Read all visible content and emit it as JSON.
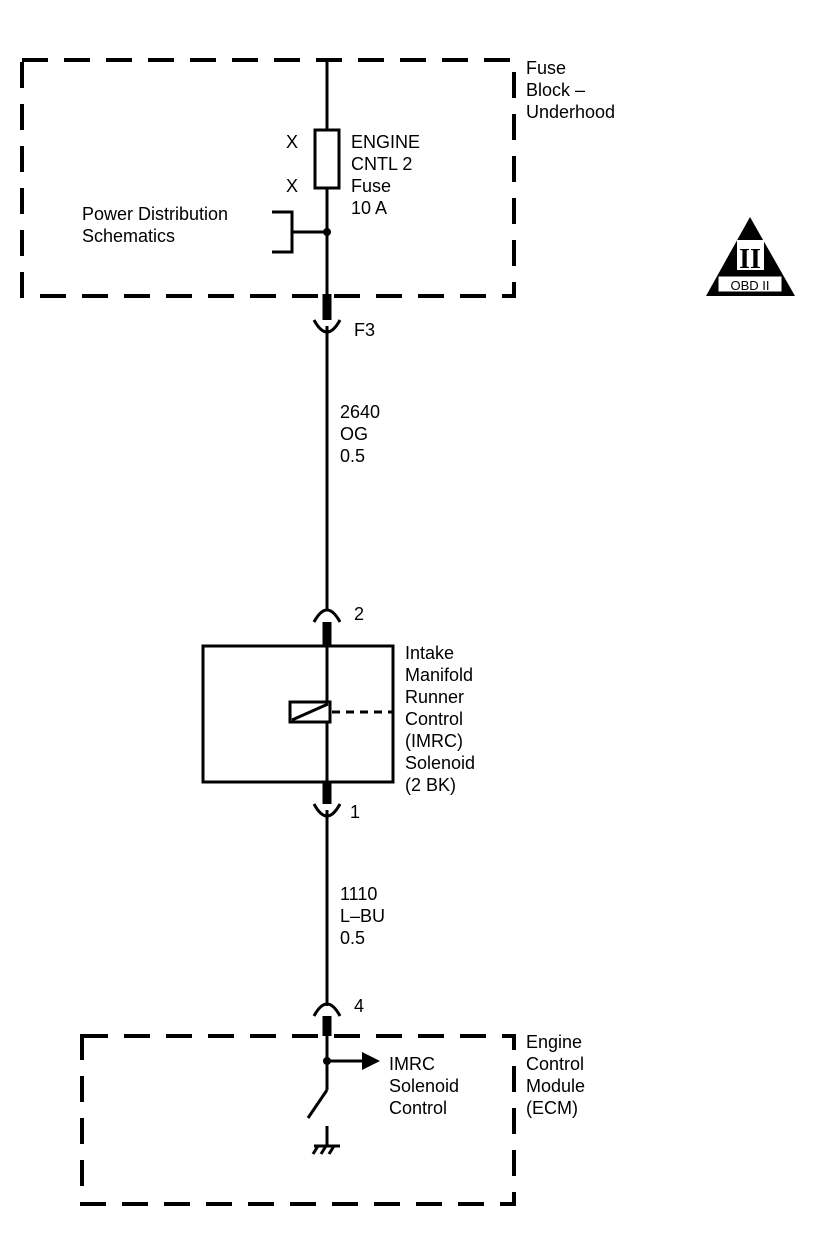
{
  "fuse_block": {
    "label_lines": [
      "Fuse",
      "Block –",
      "Underhood"
    ],
    "fuse_label_lines": [
      "ENGINE",
      "CNTL 2",
      "Fuse",
      "10 A"
    ],
    "x_marks": [
      "X",
      "X"
    ],
    "power_ref_lines": [
      "Power Distribution",
      "Schematics"
    ]
  },
  "obd_badge": {
    "symbol": "II",
    "text": "OBD II"
  },
  "wire_a": {
    "upper_connector": "F3",
    "lines": [
      "2640",
      "OG",
      "0.5"
    ],
    "lower_connector": "2"
  },
  "solenoid": {
    "label_lines": [
      "Intake",
      "Manifold",
      "Runner",
      "Control",
      "(IMRC)",
      "Solenoid",
      "(2 BK)"
    ],
    "output_connector": "1"
  },
  "wire_b": {
    "lines": [
      "1110",
      "L–BU",
      "0.5"
    ],
    "lower_connector": "4"
  },
  "ecm": {
    "label_lines": [
      "Engine",
      "Control",
      "Module",
      "(ECM)"
    ],
    "signal_lines": [
      "IMRC",
      "Solenoid",
      "Control"
    ]
  }
}
